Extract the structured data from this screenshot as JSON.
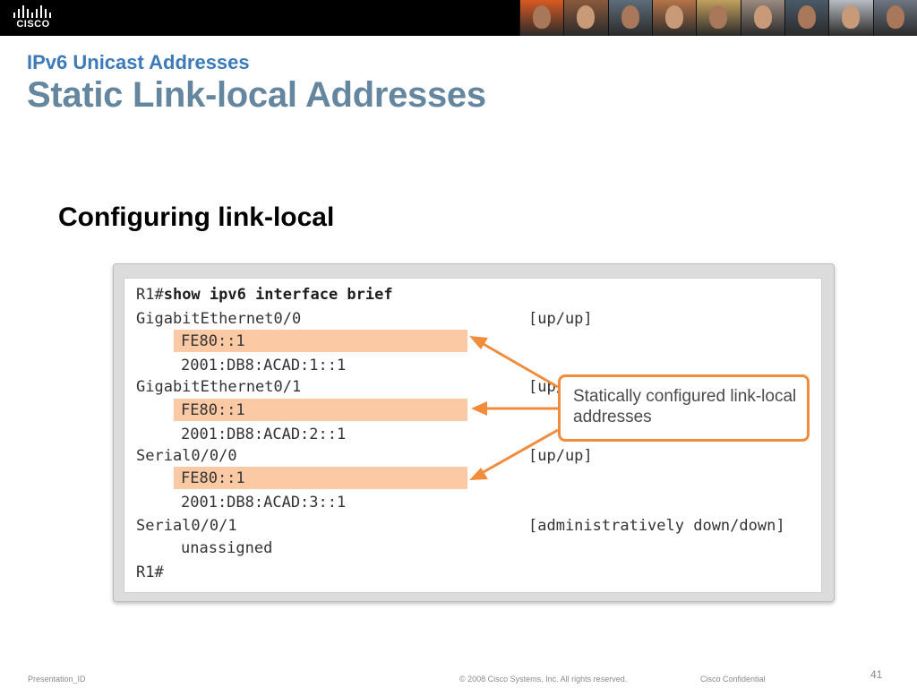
{
  "header": {
    "logo_text": "CISCO",
    "photo_tones": [
      "#d95a22",
      "#8a5a3c",
      "#5e6d7a",
      "#b47448",
      "#c2a05e",
      "#9b8a80",
      "#4a5a68",
      "#b8bcc2",
      "#6e7682"
    ]
  },
  "slide": {
    "subtitle": "IPv6 Unicast Addresses",
    "title": "Static Link-local Addresses",
    "bullet": "Configuring link-local"
  },
  "terminal": {
    "prompt_cmd": "R1#",
    "command": "show ipv6 interface brief",
    "interfaces": [
      {
        "name": "GigabitEthernet0/0",
        "status": "[up/up]",
        "link_local": "FE80::1",
        "global": "2001:DB8:ACAD:1::1"
      },
      {
        "name": "GigabitEthernet0/1",
        "status": "[up/up]",
        "link_local": "FE80::1",
        "global": "2001:DB8:ACAD:2::1"
      },
      {
        "name": "Serial0/0/0",
        "status": "[up/up]",
        "link_local": "FE80::1",
        "global": "2001:DB8:ACAD:3::1"
      },
      {
        "name": "Serial0/0/1",
        "status": "[administratively down/down]",
        "address": "unassigned"
      }
    ],
    "end_prompt": "R1#"
  },
  "callout": {
    "text": "Statically configured link-local addresses",
    "color": "#f28c3d"
  },
  "footer": {
    "presentation_id": "Presentation_ID",
    "copyright": "© 2008 Cisco Systems, Inc. All rights reserved.",
    "confidential": "Cisco Confidential",
    "page_number": "41"
  }
}
